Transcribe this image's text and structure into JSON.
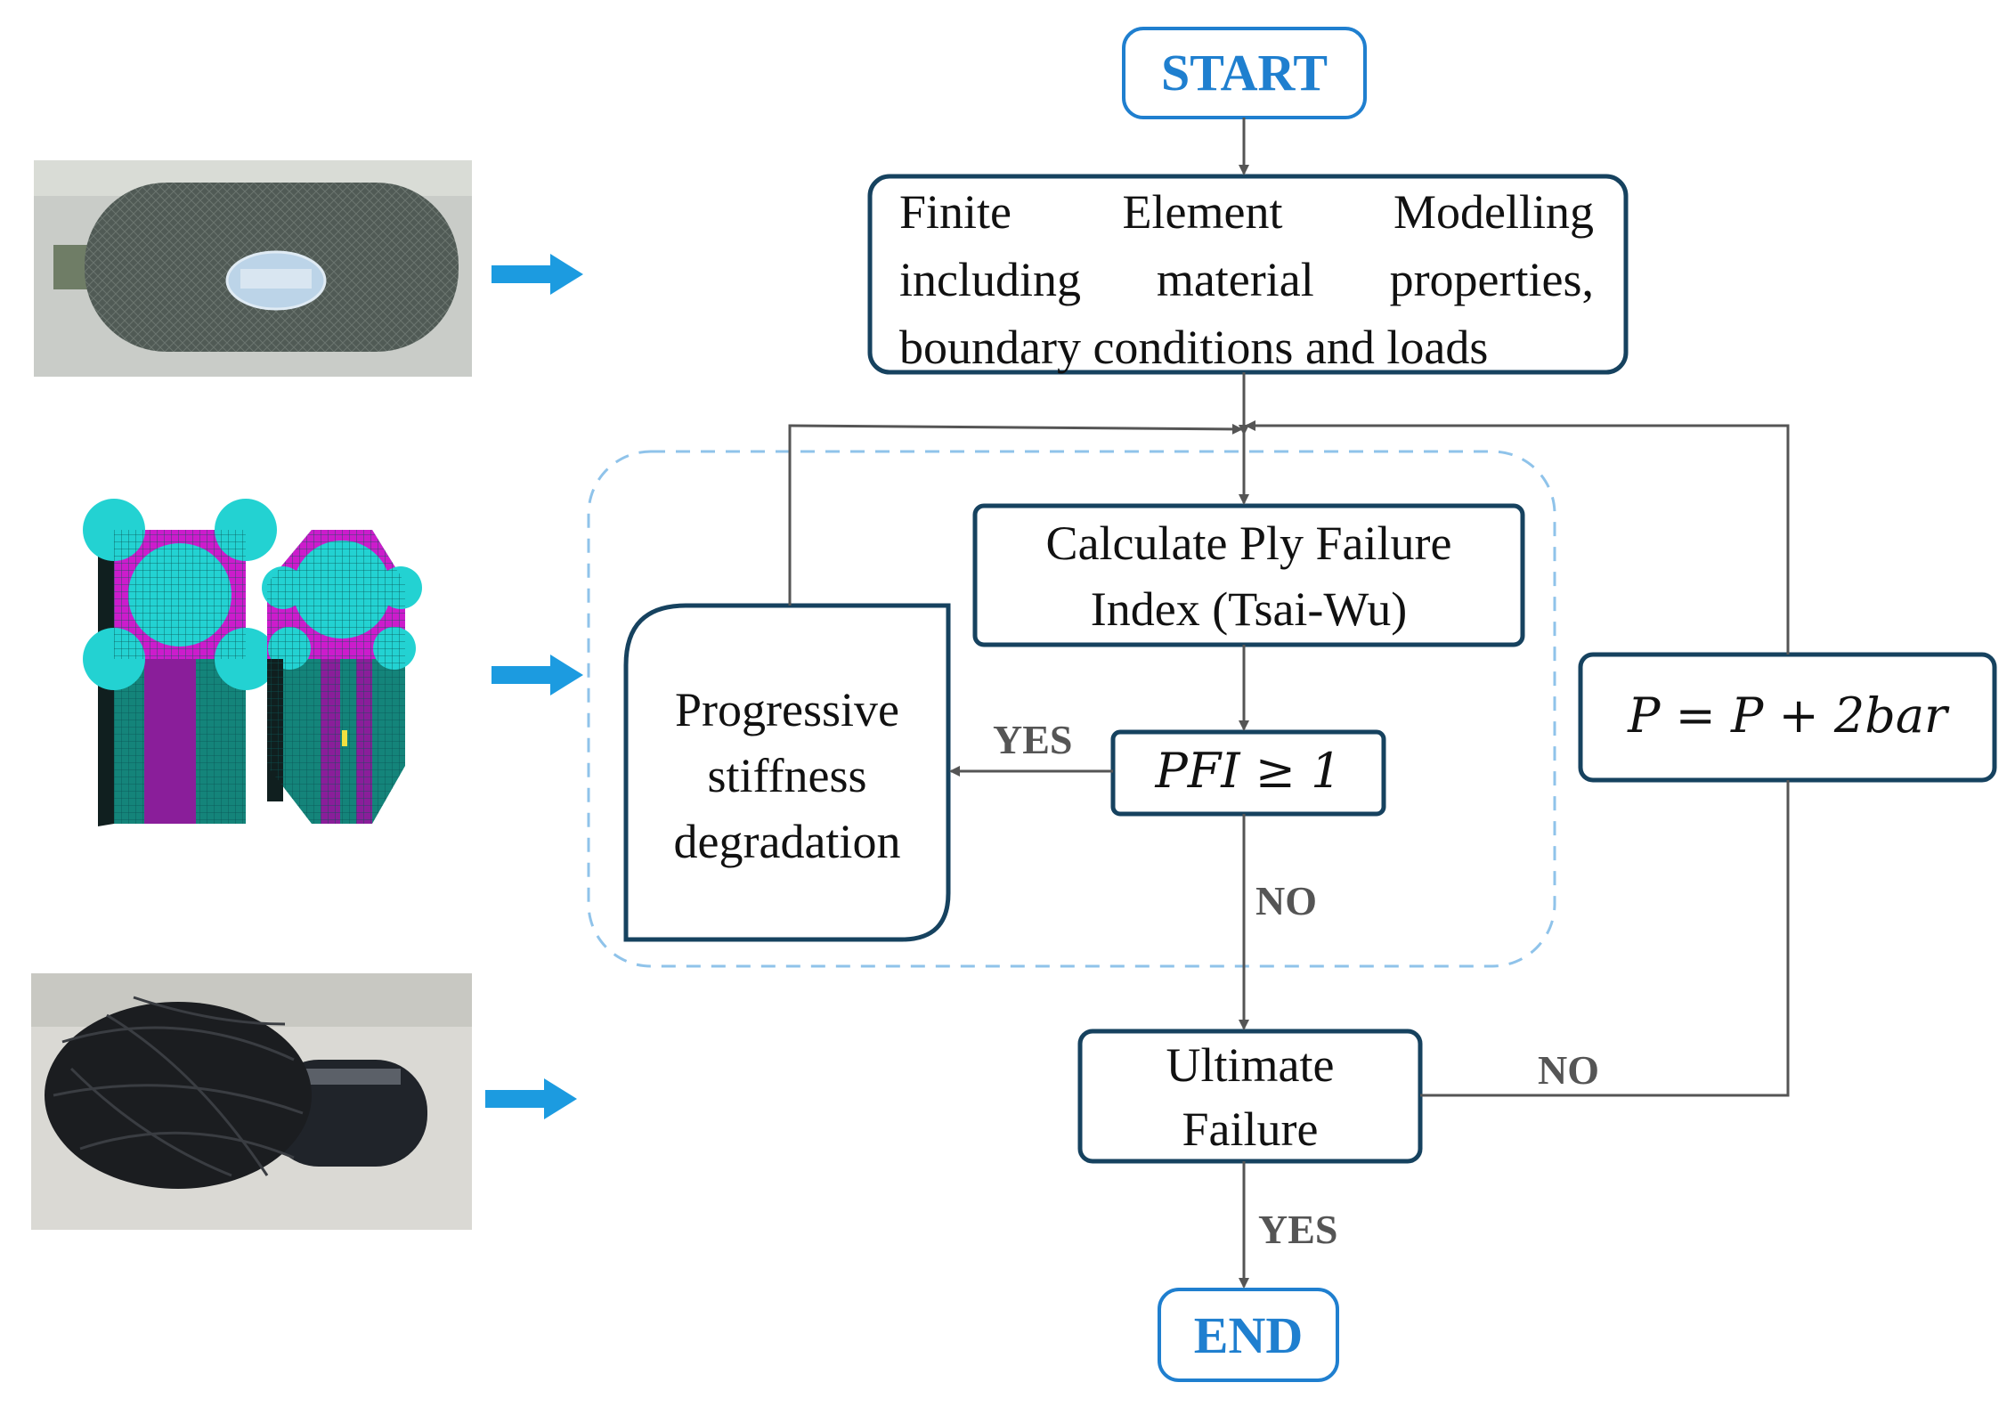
{
  "nodes": {
    "start": "START",
    "fem": [
      "Finite Element Modelling",
      "including material properties,",
      "boundary conditions and loads"
    ],
    "ply_failure": [
      "Calculate Ply Failure",
      "Index (Tsai-Wu)"
    ],
    "pfi_check": "PFI ≥ 1",
    "degradation": [
      "Progressive",
      "stiffness",
      "degradation"
    ],
    "pressure_step": "P = P + 2bar",
    "ultimate": [
      "Ultimate",
      "Failure"
    ],
    "end": "END"
  },
  "edge_labels": {
    "pfi_yes": "YES",
    "pfi_no": "NO",
    "ultimate_no": "NO",
    "ultimate_yes": "YES"
  },
  "colors": {
    "box_border": "#16425f",
    "terminal_border": "#1f7fcf",
    "terminal_text": "#1f7fcf",
    "arrow": "#555555",
    "side_arrow": "#1c9be0",
    "dashed_region": "#8fc3ea"
  },
  "images": [
    "composite-pressure-vessel-photo",
    "finite-element-unit-cell-meshes",
    "burst-vessel-photo"
  ]
}
